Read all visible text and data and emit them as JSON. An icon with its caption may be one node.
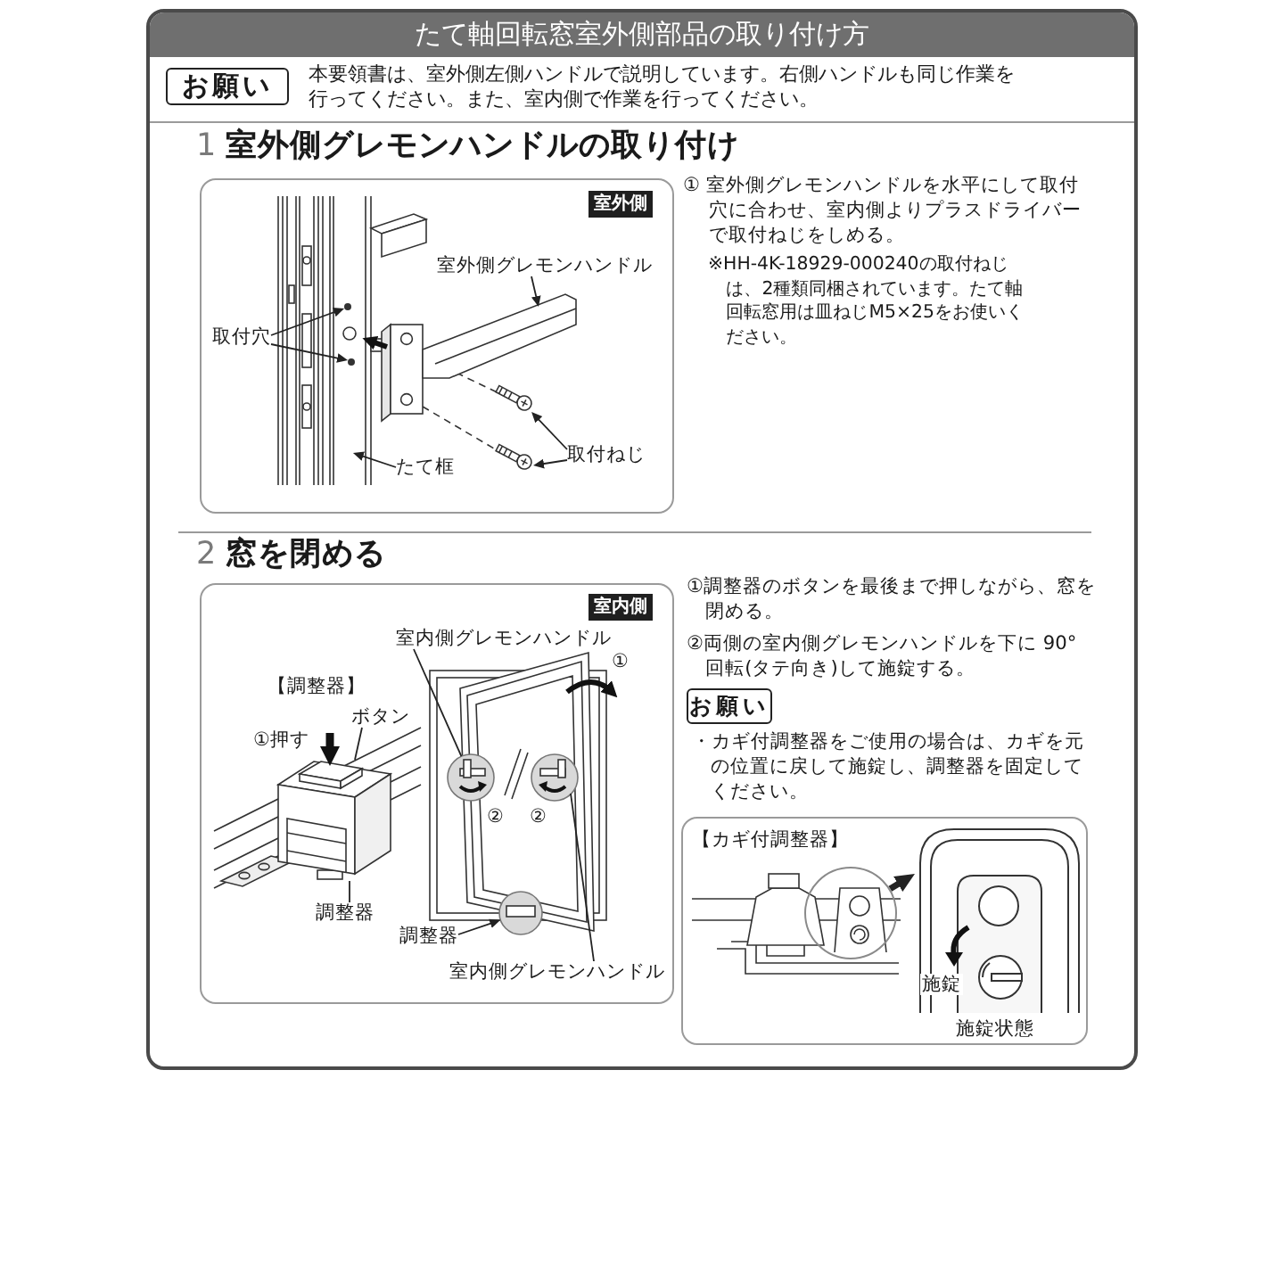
{
  "diagram": {
    "title": "たて軸回転窓室外側部品の取り付け方",
    "nodes": [
      {
        "text": [
          "お願い"
        ],
        "beside": [
          "本要領書は、室外側左側ハンドルで説明しています。右側ハンドルも同じ作業を行ってください。また、室内側で作業を行ってください。"
        ]
      },
      {
        "text": [],
        "shape": "box"
      },
      {
        "text": [
          "室外側"
        ],
        "in": 1
      },
      {
        "text": [
          "室外側グレモンハンドル"
        ],
        "in": 1
      },
      {
        "text": [
          "取付穴"
        ],
        "in": 1
      },
      {
        "text": [
          "取付ねじ"
        ],
        "in": 1
      },
      {
        "text": [
          "たて框"
        ],
        "in": 1
      },
      {
        "text": [],
        "shape": "box"
      },
      {
        "text": [
          "室内側"
        ],
        "in": 7
      },
      {
        "text": [
          "室内側グレモンハンドル"
        ],
        "in": 7
      },
      {
        "text": [],
        "shape": "picture",
        "in": 7
      },
      {
        "text": [
          "ボタン"
        ],
        "in": 7
      },
      {
        "text": [
          "調整器"
        ],
        "in": 7
      },
      {
        "text": [
          "調整器"
        ],
        "in": 7
      },
      {
        "text": [
          "室内側グレモンハンドル"
        ],
        "in": 7
      },
      {
        "text": [
          "お願い"
        ],
        "beside": [
          "・カギ付調整器をご使用の場合は、カギを元の位置に戻して施錠し、調整器を固定してください。"
        ]
      },
      {
        "text": [
          "【カギ付調整器】"
        ]
      },
      {
        "text": [],
        "shape": "circle",
        "in": 16
      },
      {
        "text": [],
        "shape": "picture",
        "in": 16,
        "beside": [
          "施錠状態"
        ]
      }
    ],
    "edges": [
      {
        "from": 3,
        "to": null,
        "arrow": "to"
      },
      {
        "from": 4,
        "to": null,
        "arrow": "to"
      },
      {
        "from": 4,
        "to": null,
        "arrow": "to"
      },
      {
        "from": 5,
        "to": null,
        "arrow": "to"
      },
      {
        "from": 5,
        "to": null,
        "arrow": "to"
      },
      {
        "from": 6,
        "to": null,
        "arrow": "to"
      },
      {
        "from": 9,
        "to": null,
        "arrow": "none"
      },
      {
        "from": 11,
        "to": 10,
        "arrow": "none"
      },
      {
        "from": 12,
        "to": 10,
        "arrow": "none"
      },
      {
        "from": 13,
        "to": null,
        "arrow": "to"
      },
      {
        "from": 14,
        "to": null,
        "arrow": "none"
      },
      {
        "from": 17,
        "to": 18,
        "arrow": "to",
        "style": "thick"
      }
    ],
    "labels": [
      "1 **室外側グレモンハンドルの取り付け**",
      "① 室外側グレモンハンドルを水平にして取付穴に合わせ、室内側よりプラスドライバーで取付ねじをしめる。",
      "※HH-4K-18929-000240の取付ねじは、2種類同梱されています。たて軸回転窓用は皿ねじM5×25をお使いください。",
      "2 **窓を閉める**",
      "【調整器】",
      "①押す",
      "①",
      "②",
      "②",
      "①調整器のボタンを最後まで押しながら、窓を閉める。",
      "②両側の室内側グレモンハンドルを下に 90°回転(タテ向き)して施錠する。",
      "施錠"
    ]
  }
}
